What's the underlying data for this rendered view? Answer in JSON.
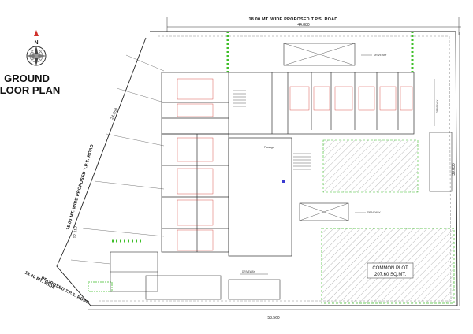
{
  "north": {
    "label": "N"
  },
  "title": {
    "line1": "GROUND",
    "line2": "FLOOR PLAN"
  },
  "roads": {
    "top": "18.00 MT. WIDE PROPOSED T.P.S. ROAD",
    "left": "15.00 MT. WIDE PROPOSED T.P.S. ROAD",
    "bottom_left_1": "18.00 MT. WIDE",
    "bottom_left_2": "PROPOSED T.P.S. ROAD"
  },
  "dimensions": {
    "top_width": "44.880",
    "bottom_width": "53.560",
    "right_height": "39.830",
    "left_diag": "24.850",
    "left_lower": "12.210"
  },
  "labels": {
    "driveway_top": "DRIVEWAY",
    "driveway_right": "DRIVEWAY",
    "driveway_bottom": "DRIVEWAY",
    "driveway_vertical": "DRIVEWAY",
    "common_plot_1": "COMMON PLOT",
    "common_plot_2": "207.60 SQ.MT.",
    "passage": "Passage"
  },
  "colors": {
    "line": "#333333",
    "green": "#3fbf2a",
    "red": "#d0302a",
    "hatch": "#666666"
  }
}
